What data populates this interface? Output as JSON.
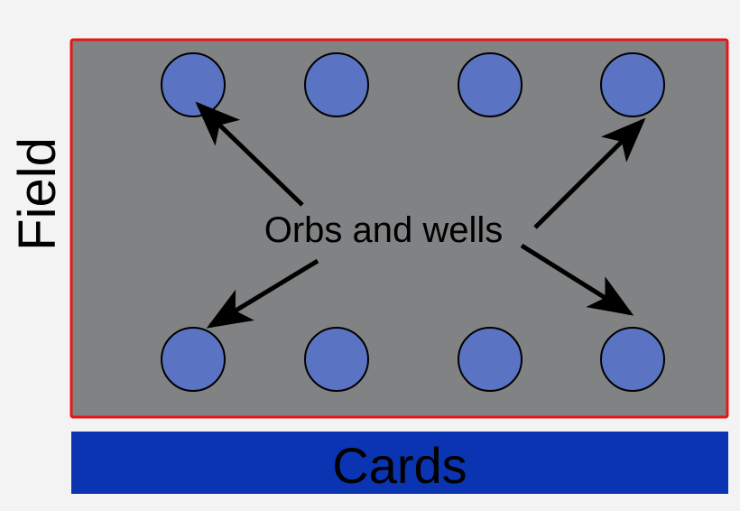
{
  "labels": {
    "field": "Field",
    "cards": "Cards",
    "callout": "Orbs and wells"
  },
  "orbs": {
    "top_row_count": 4,
    "bottom_row_count": 4
  },
  "colors": {
    "background": "#f3f3f3",
    "field_fill": "#808283",
    "field_border": "#e8141a",
    "orb_fill": "#5a73c2",
    "orb_stroke": "#000000",
    "cards_fill": "#0b34b3",
    "arrow": "#000000",
    "text": "#000000"
  }
}
